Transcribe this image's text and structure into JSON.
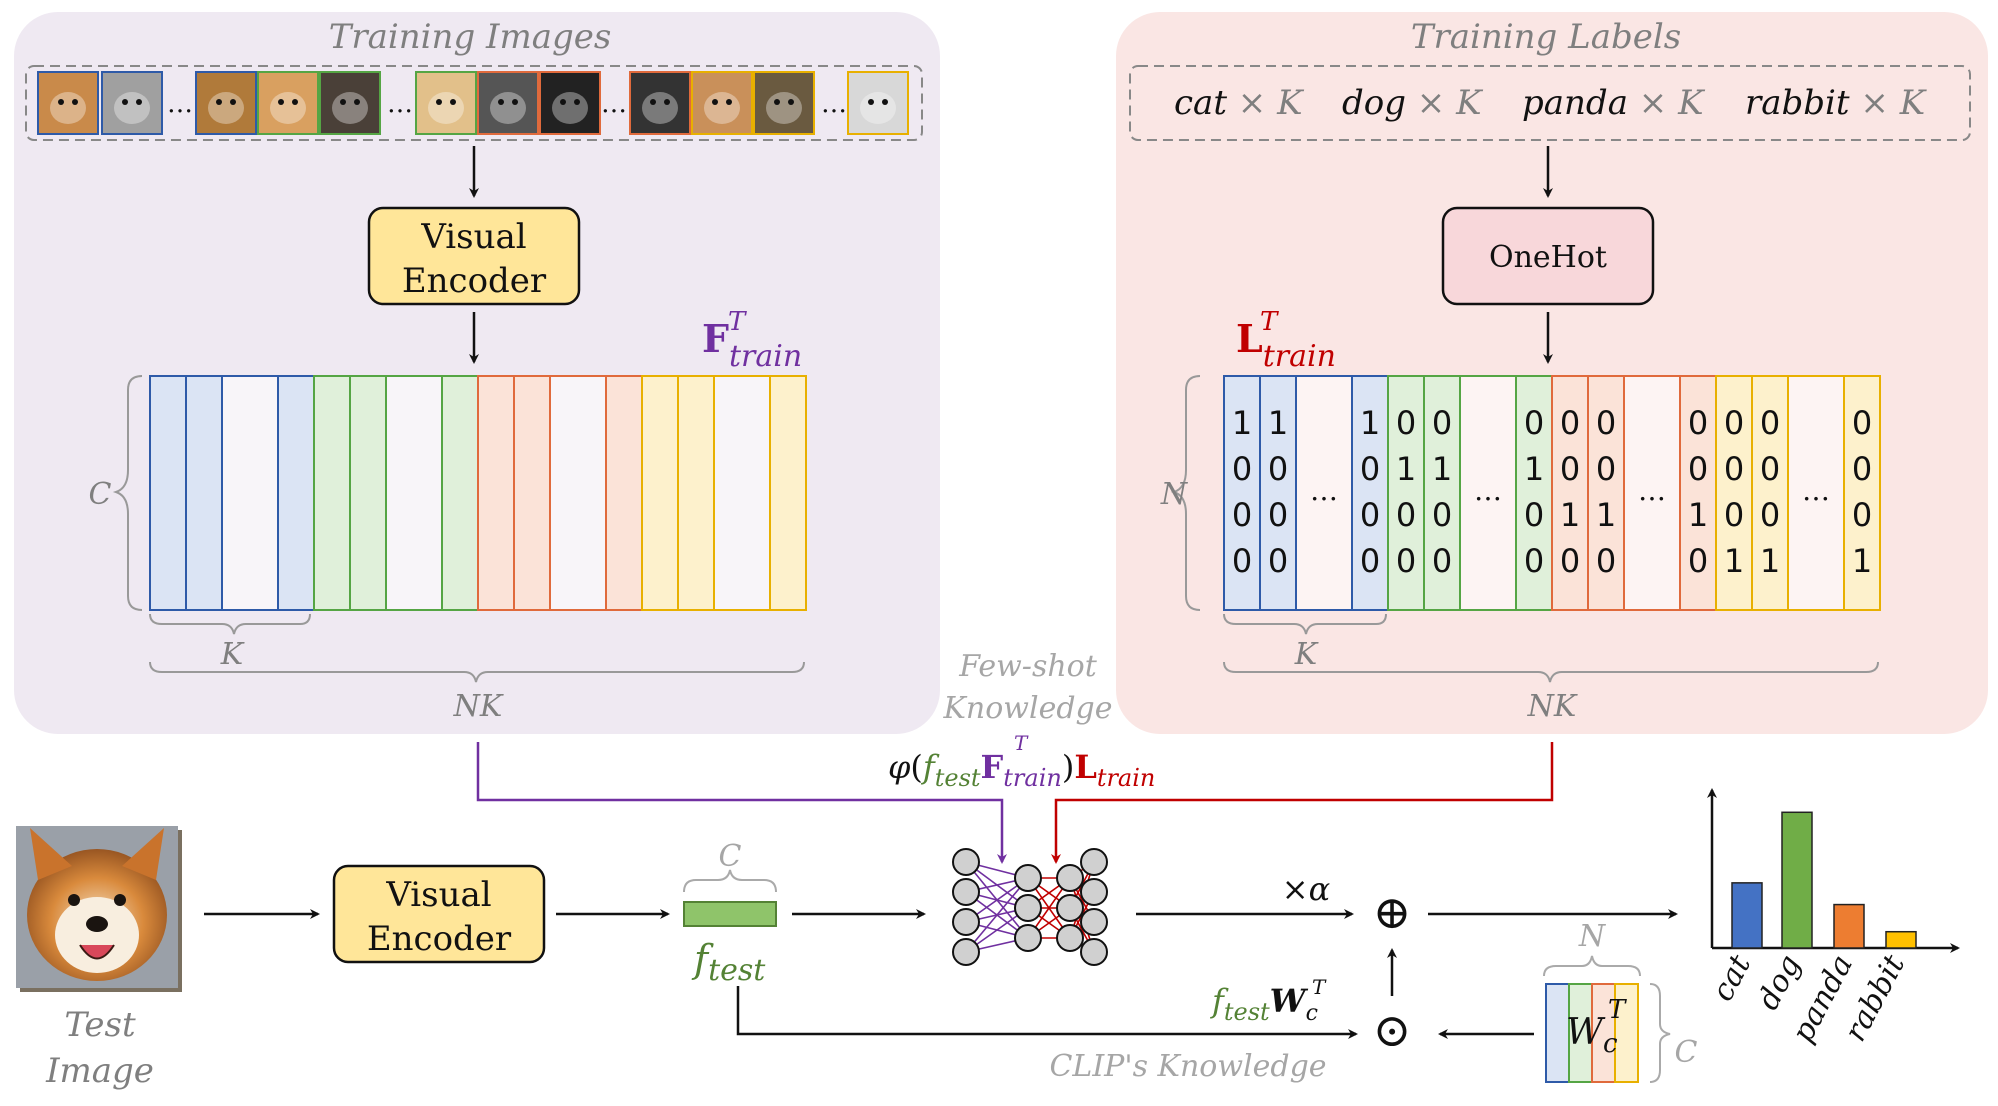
{
  "images_panel": {
    "title": "Training Images"
  },
  "labels_panel": {
    "title": "Training Labels"
  },
  "labels": [
    {
      "name": "cat",
      "suffix": "× K"
    },
    {
      "name": "dog",
      "suffix": "× K"
    },
    {
      "name": "panda",
      "suffix": "× K"
    },
    {
      "name": "rabbit",
      "suffix": "× K"
    }
  ],
  "ellipsis": "…",
  "encoder_top": {
    "line1": "Visual",
    "line2": "Encoder"
  },
  "encoder_bottom": {
    "line1": "Visual",
    "line2": "Encoder"
  },
  "onehot": "OneHot",
  "f_train": {
    "base": "F",
    "sup": "T",
    "sub": "train"
  },
  "l_train": {
    "base": "L",
    "sup": "T",
    "sub": "train"
  },
  "dims": {
    "C": "C",
    "K": "K",
    "NK": "NK",
    "N": "N"
  },
  "class_colors": {
    "cat": {
      "stroke": "#2e5aa8",
      "fill": "#dbe4f4"
    },
    "dog": {
      "stroke": "#55a544",
      "fill": "#e0f0da"
    },
    "panda": {
      "stroke": "#e06a3c",
      "fill": "#fbe3d8"
    },
    "rabbit": {
      "stroke": "#e8b000",
      "fill": "#fdf1cc"
    }
  },
  "onehot_columns": [
    {
      "cls": "cat",
      "bits": [
        "1",
        "0",
        "0",
        "0"
      ]
    },
    {
      "cls": "cat",
      "bits": [
        "1",
        "0",
        "0",
        "0"
      ]
    },
    {
      "cls": "cat",
      "bits": []
    },
    {
      "cls": "cat",
      "bits": [
        "1",
        "0",
        "0",
        "0"
      ]
    },
    {
      "cls": "dog",
      "bits": [
        "0",
        "1",
        "0",
        "0"
      ]
    },
    {
      "cls": "dog",
      "bits": [
        "0",
        "1",
        "0",
        "0"
      ]
    },
    {
      "cls": "dog",
      "bits": []
    },
    {
      "cls": "dog",
      "bits": [
        "0",
        "1",
        "0",
        "0"
      ]
    },
    {
      "cls": "panda",
      "bits": [
        "0",
        "0",
        "1",
        "0"
      ]
    },
    {
      "cls": "panda",
      "bits": [
        "0",
        "0",
        "1",
        "0"
      ]
    },
    {
      "cls": "panda",
      "bits": []
    },
    {
      "cls": "panda",
      "bits": [
        "0",
        "0",
        "1",
        "0"
      ]
    },
    {
      "cls": "rabbit",
      "bits": [
        "0",
        "0",
        "0",
        "1"
      ]
    },
    {
      "cls": "rabbit",
      "bits": [
        "0",
        "0",
        "0",
        "1"
      ]
    },
    {
      "cls": "rabbit",
      "bits": []
    },
    {
      "cls": "rabbit",
      "bits": [
        "0",
        "0",
        "0",
        "1"
      ]
    }
  ],
  "few_shot": {
    "line1": "Few-shot",
    "line2": "Knowledge"
  },
  "clip_knowledge": "CLIP's Knowledge",
  "formula": {
    "phi": "φ",
    "open": "(",
    "f": "f",
    "f_sub": "test",
    "F": "F",
    "F_sup": "T",
    "F_sub": "train",
    "close": ")",
    "L": "L",
    "L_sub": "train"
  },
  "f_test": {
    "base": "f",
    "sub": "test"
  },
  "clip_term": {
    "f": "f",
    "f_sub": "test",
    "W": "W",
    "W_sub": "c",
    "W_sup": "T"
  },
  "wc": {
    "base": "W",
    "sub": "c",
    "sup": "T"
  },
  "alpha": "×α",
  "oplus": "⊕",
  "odot": "⊙",
  "test_image": {
    "line1": "Test",
    "line2": "Image"
  },
  "chart_data": {
    "type": "bar",
    "categories": [
      "cat",
      "dog",
      "panda",
      "rabbit"
    ],
    "values": [
      0.48,
      1.0,
      0.32,
      0.12
    ],
    "colors": [
      "#4472c4",
      "#70ad47",
      "#ed7d31",
      "#ffc000"
    ],
    "ylim": [
      0,
      1.12
    ]
  }
}
